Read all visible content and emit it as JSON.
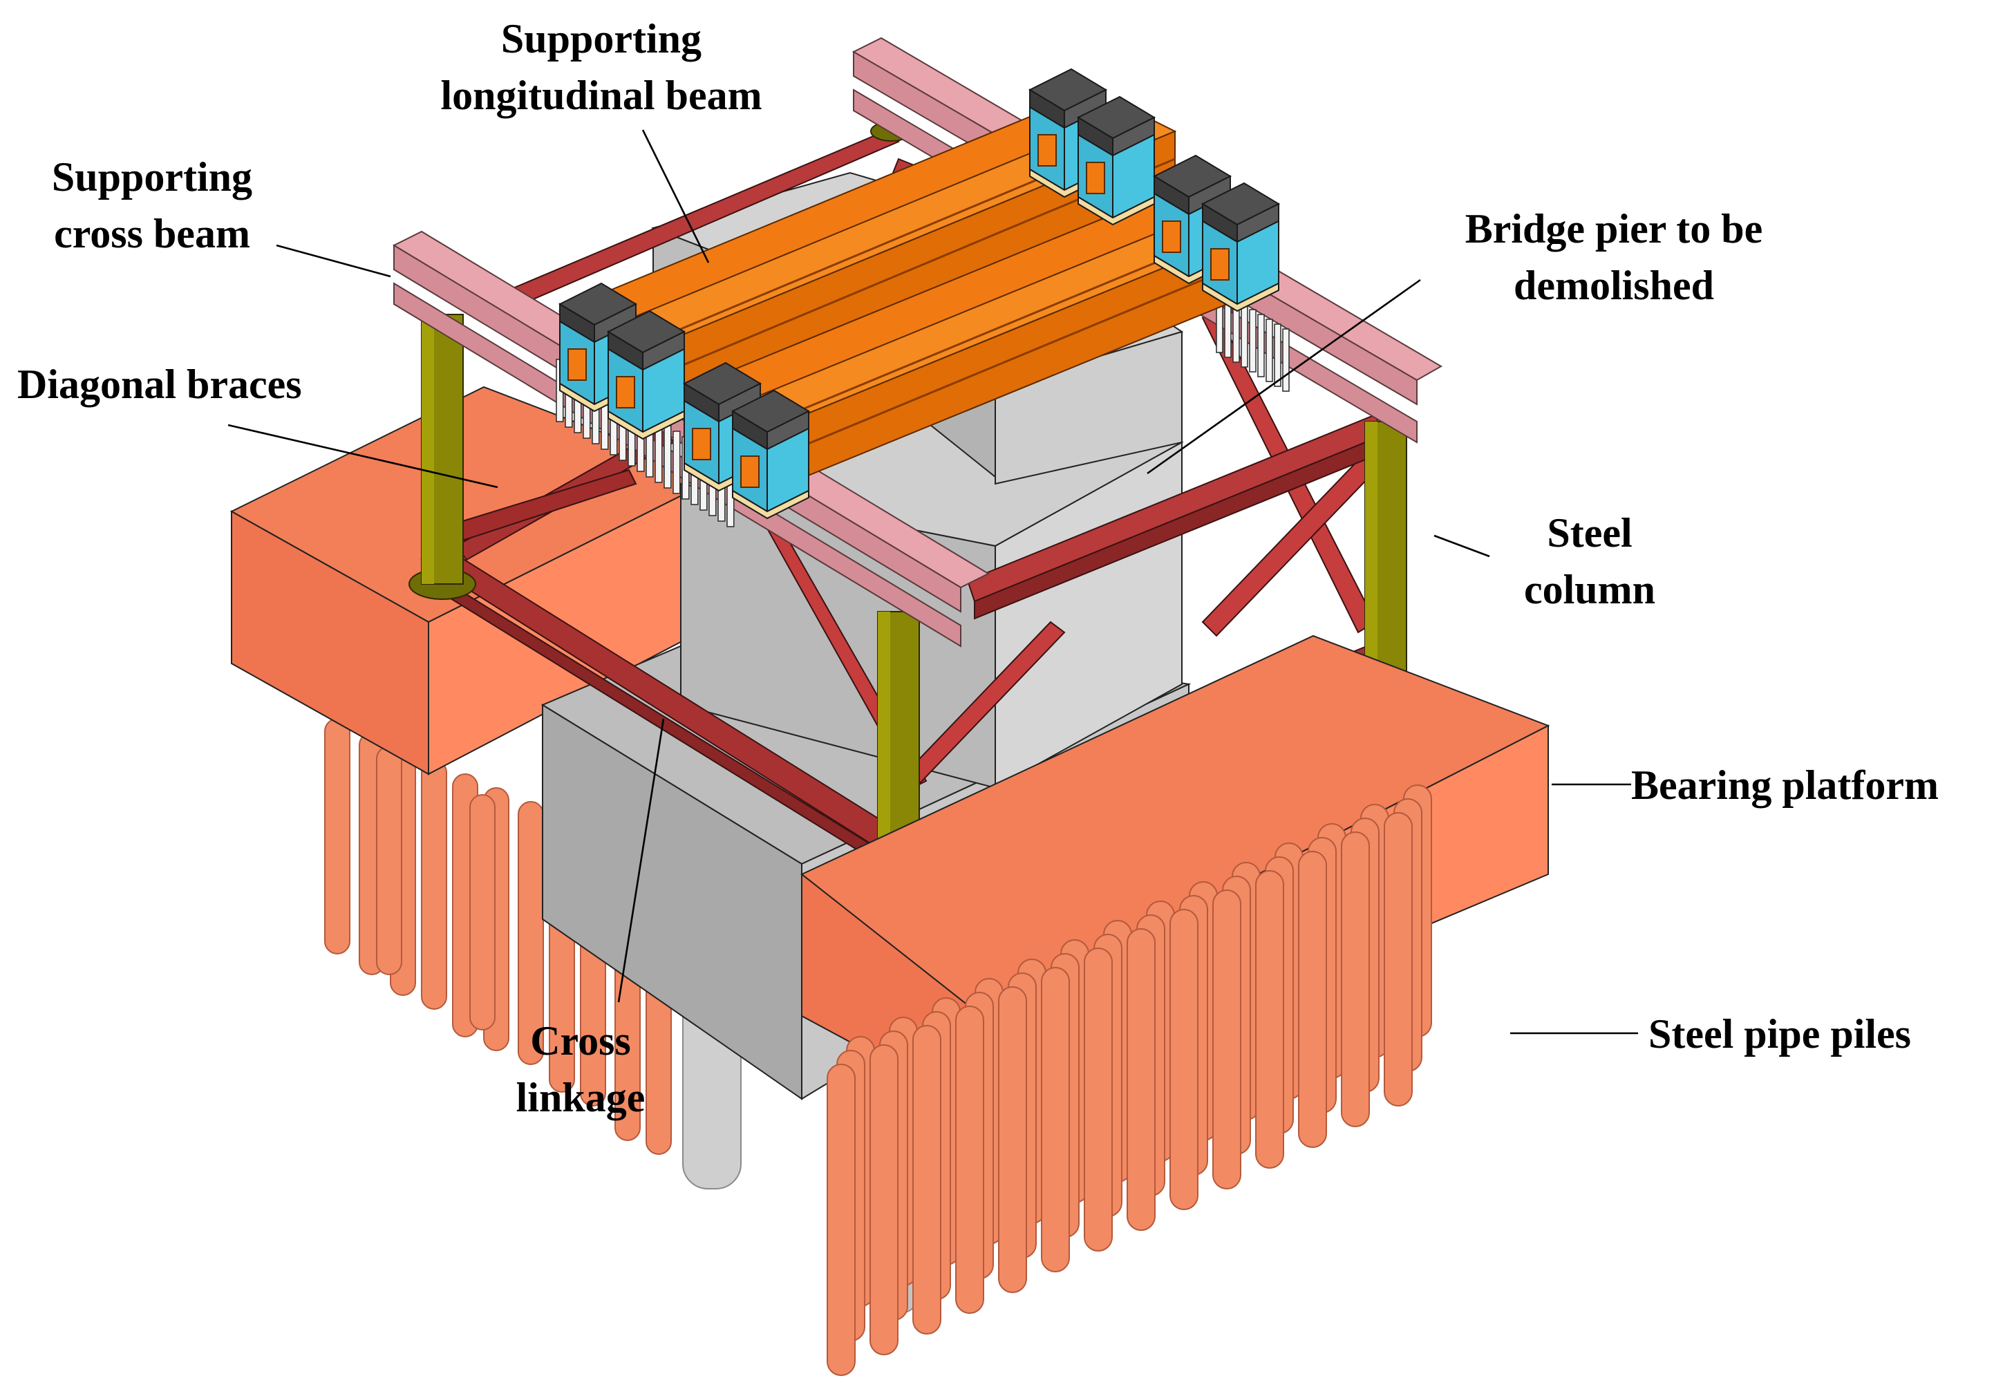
{
  "labels": {
    "supporting_longitudinal_beam": [
      "Supporting",
      "longitudinal beam"
    ],
    "supporting_cross_beam": [
      "Supporting",
      "cross beam"
    ],
    "diagonal_braces": "Diagonal braces",
    "bridge_pier": [
      "Bridge pier to be",
      "demolished"
    ],
    "steel_column": [
      "Steel",
      "column"
    ],
    "bearing_platform": "Bearing platform",
    "steel_pipe_piles": "Steel pipe piles",
    "cross_linkage": [
      "Cross",
      "linkage"
    ]
  },
  "colors": {
    "platform_top": "#f27f58",
    "platform_front": "#ff8a62",
    "platform_side": "#e86f4c",
    "pile": "#f28a64",
    "pier_light": "#cfcfcf",
    "pier_mid": "#b8b8b8",
    "pier_dark": "#a3a3a3",
    "longitudinal_beam": "#f27a12",
    "cross_beam": "#e8a5ad",
    "bracing": "#c63d3d",
    "bracing_dark": "#a02c2c",
    "column": "#7f7d06",
    "bearing_block": "#48c4e0",
    "cap_block": "#505050"
  }
}
